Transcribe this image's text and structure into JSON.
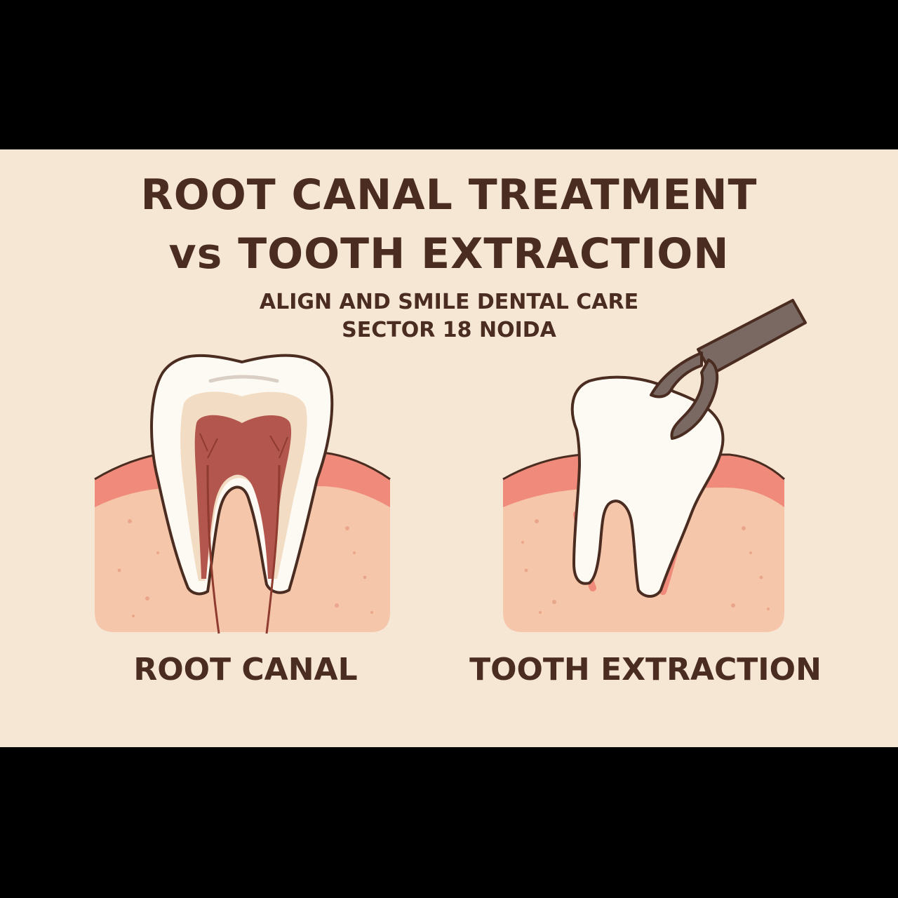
{
  "header": {
    "title_line1": "ROOT CANAL TREATMENT",
    "title_line2": "vs TOOTH EXTRACTION",
    "clinic_name": "ALIGN AND SMILE DENTAL CARE",
    "location": "SECTOR 18 NOIDA"
  },
  "panels": {
    "left_caption": "ROOT CANAL",
    "right_caption": "TOOTH EXTRACTION"
  },
  "colors": {
    "background": "#f6e6d4",
    "letterbox": "#000000",
    "text": "#4a2c21",
    "gum": "#f08a7a",
    "bone": "#f6c6ab",
    "enamel": "#fdfaf3",
    "dentin": "#f3dcc4",
    "pulp": "#b3564d",
    "forceps": "#7a6963"
  }
}
